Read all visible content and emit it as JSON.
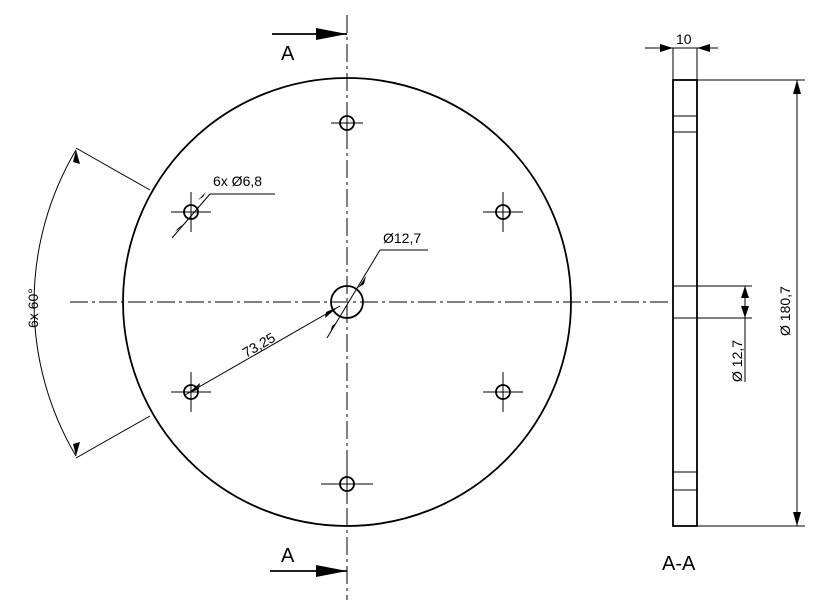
{
  "section_marks": {
    "top": "A",
    "bottom": "A",
    "view_label": "A-A"
  },
  "dimensions": {
    "hole_pattern": "6x Ø6,8",
    "center_bore": "Ø12,7",
    "pitch_radius": "73,25",
    "angular": "6x 60°",
    "thickness": "10",
    "outer_diameter": "Ø 180,7",
    "bore_section": "Ø 12,7"
  },
  "colors": {
    "line": "#000000",
    "background": "#ffffff"
  }
}
